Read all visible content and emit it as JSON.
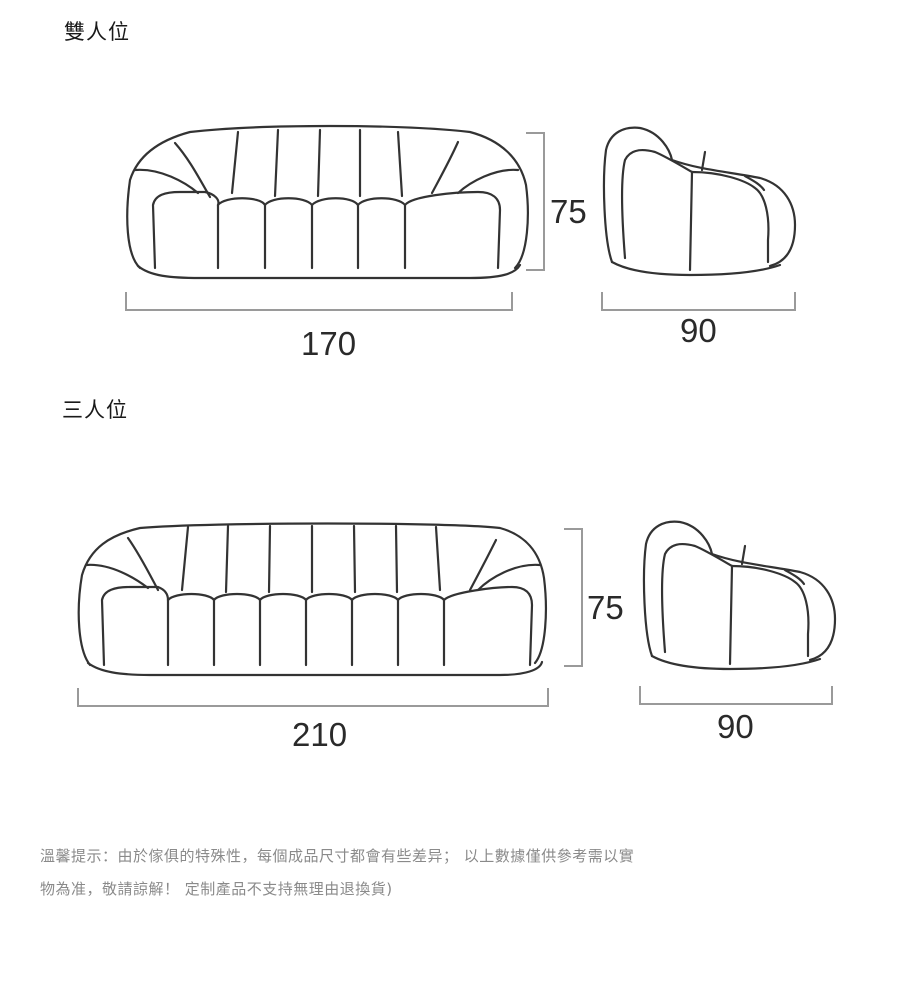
{
  "sections": [
    {
      "title": "雙人位",
      "front_view": {
        "width_label": "170",
        "cushion_count": 6
      },
      "side_view": {
        "height_label": "75",
        "depth_label": "90"
      }
    },
    {
      "title": "三人位",
      "front_view": {
        "width_label": "210",
        "cushion_count": 8
      },
      "side_view": {
        "height_label": "75",
        "depth_label": "90"
      }
    }
  ],
  "note": {
    "line1": "溫馨提示：由於傢俱的特殊性，每個成品尺寸都會有些差异； 以上數據僅供參考需以實",
    "line2": "物為准，敬請諒解！ 定制產品不支持無理由退換貨)"
  },
  "colors": {
    "line": "#333333",
    "dimension": "#9a9a9a",
    "note_text": "#8a8a8a"
  }
}
